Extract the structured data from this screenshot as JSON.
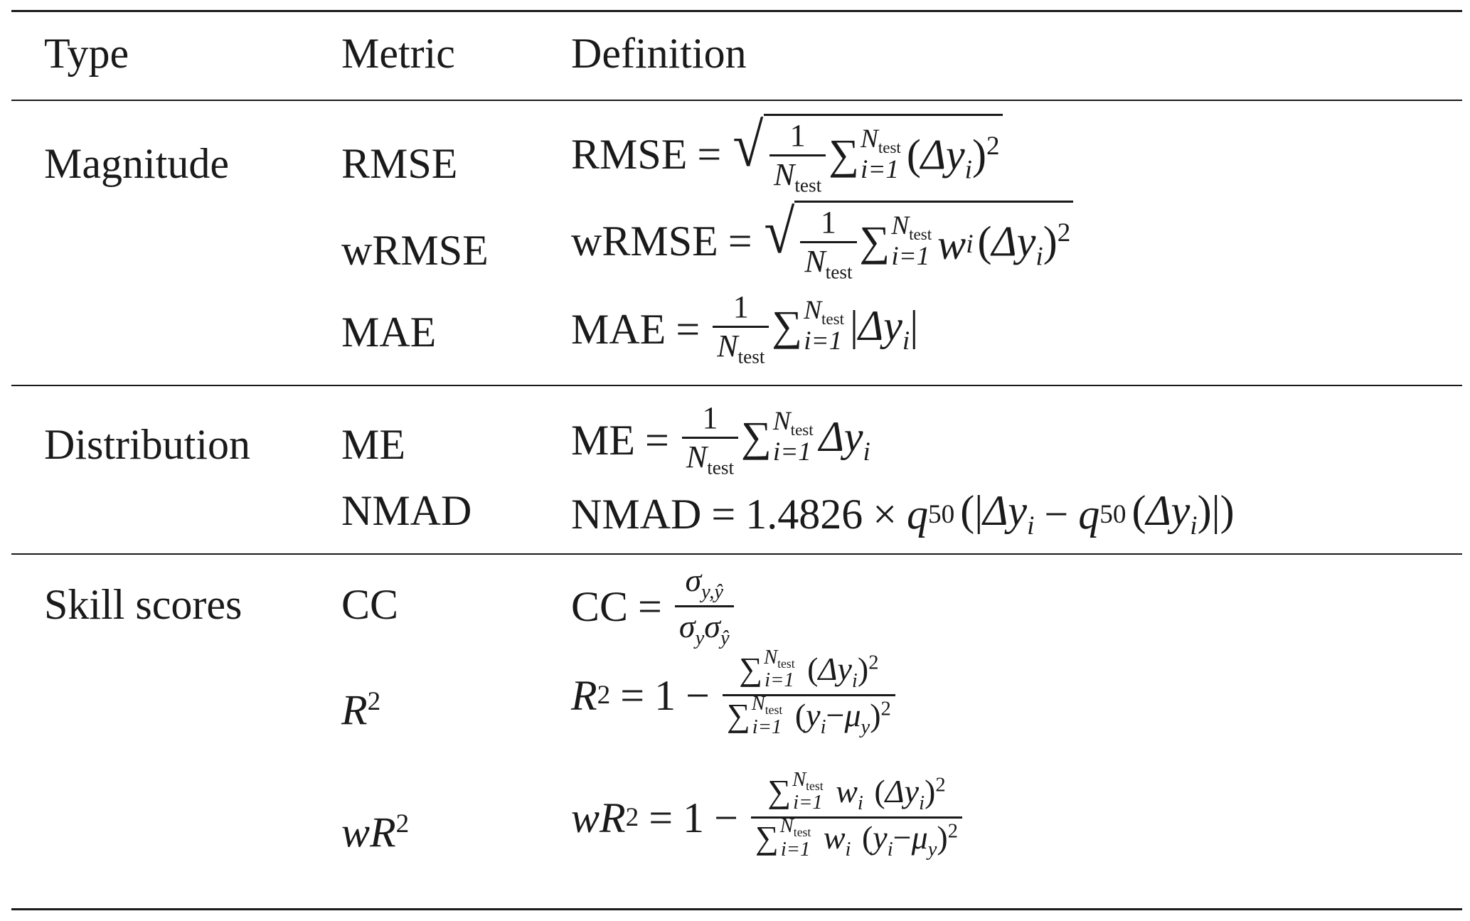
{
  "header": {
    "type": "Type",
    "metric": "Metric",
    "definition": "Definition"
  },
  "groups": [
    {
      "type": "Magnitude",
      "rows": [
        {
          "metric": "RMSE"
        },
        {
          "metric": "wRMSE"
        },
        {
          "metric": "MAE"
        }
      ]
    },
    {
      "type": "Distribution",
      "rows": [
        {
          "metric": "ME"
        },
        {
          "metric": "NMAD"
        }
      ]
    },
    {
      "type": "Skill scores",
      "rows": [
        {
          "metric": "CC"
        },
        {
          "metric": "R",
          "sup": "2"
        },
        {
          "metric": "wR",
          "sup": "2"
        }
      ]
    }
  ],
  "formula_text": {
    "one": "1",
    "N": "N",
    "test": "test",
    "sum": "∑",
    "i_eq_1": "i=1",
    "delta_y": "Δy",
    "i": "i",
    "two": "2",
    "w": "w",
    "nmad_const": "1.4826",
    "times": "×",
    "q": "q",
    "fifty": "50",
    "sigma": "σ",
    "y": "y",
    "yhat": "ŷ",
    "mu": "μ",
    "minus": "−",
    "equals": "="
  }
}
